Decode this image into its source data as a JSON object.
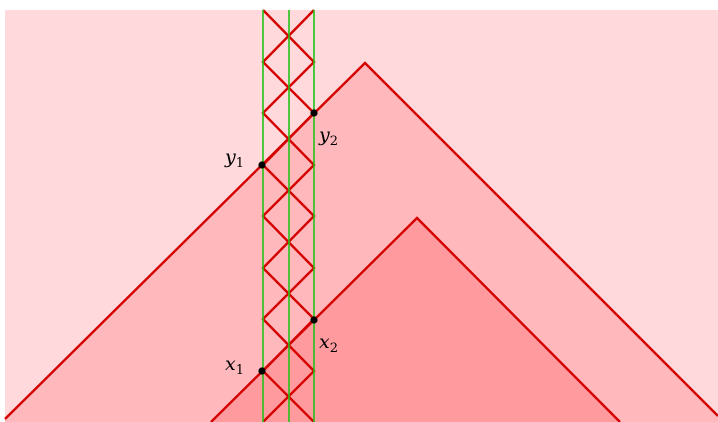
{
  "points": [
    {
      "id": "y1",
      "base": "y",
      "sub": "1"
    },
    {
      "id": "y2",
      "base": "y",
      "sub": "2"
    },
    {
      "id": "x1",
      "base": "x",
      "sub": "1"
    },
    {
      "id": "x2",
      "base": "x",
      "sub": "2"
    }
  ],
  "colors": {
    "background_outer": "#ffd9db",
    "region_middle": "#ffb9bc",
    "region_inner": "#ff9b9e",
    "lines": "#d40000",
    "strip_lines": "#22c21a",
    "points": "#000000"
  }
}
